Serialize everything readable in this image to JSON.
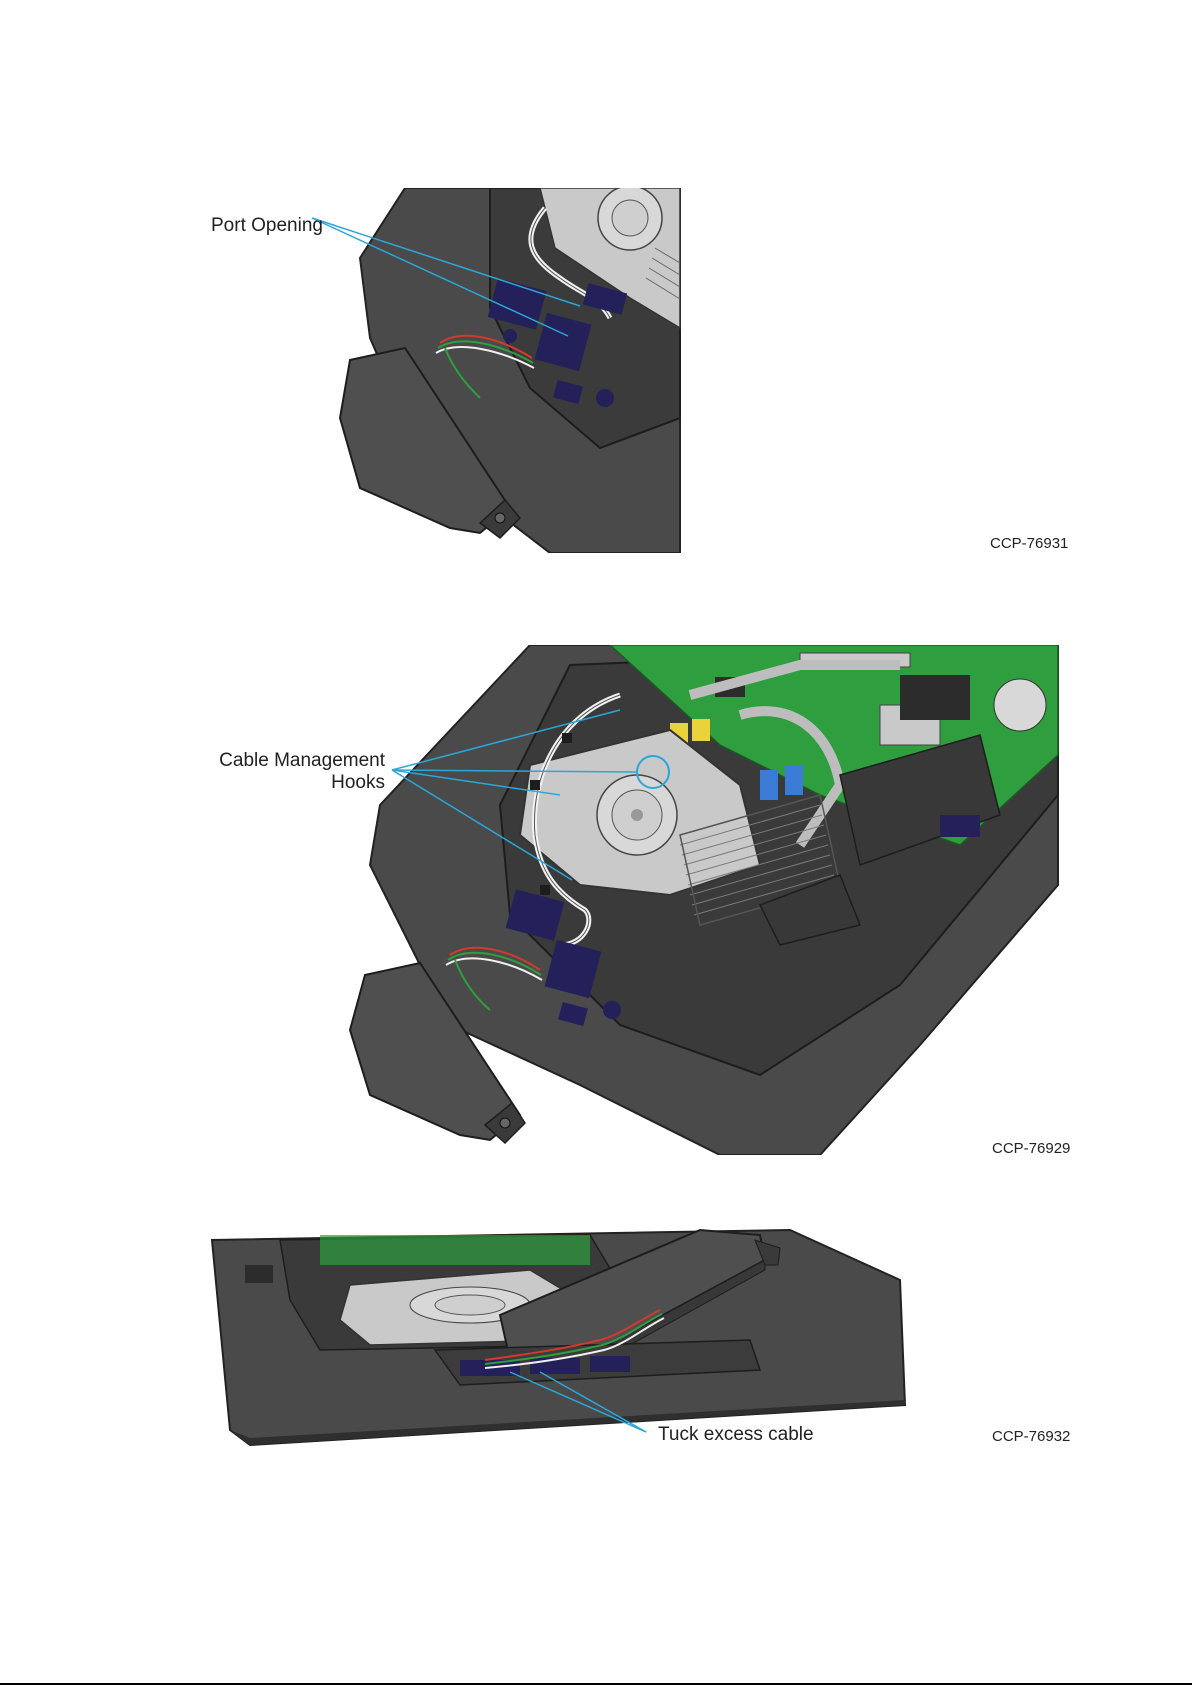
{
  "figures": [
    {
      "id": "CCP-76931",
      "callouts": [
        "Port Opening"
      ]
    },
    {
      "id": "CCP-76929",
      "callouts": [
        "Cable Management",
        "Hooks"
      ]
    },
    {
      "id": "CCP-76932",
      "callouts": [
        "Tuck excess cable"
      ]
    }
  ],
  "colors": {
    "chassis": "#4a4a4a",
    "chassis_dark": "#2f2f2f",
    "fan": "#c9c9c9",
    "board": "#2f9e3e",
    "bracket": "#23205a",
    "leader": "#2aa7d8"
  }
}
